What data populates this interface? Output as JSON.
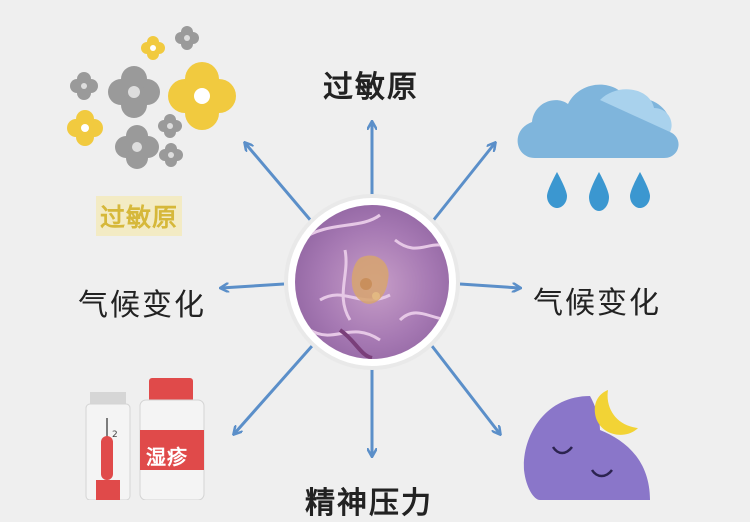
{
  "center": {
    "label": ""
  },
  "labels": {
    "top": "过敏原",
    "pollen": "过敏原",
    "left": "气候变化",
    "right": "气候变化",
    "bottom": "精神压力",
    "tube_text": "湿疹",
    "tube_mark": "2"
  },
  "colors": {
    "background": "#efefef",
    "arrow": "#5b8fc9",
    "flower_yellow": "#f1ca3f",
    "flower_gray": "#9a9a9a",
    "cloud": "#8cc3e4",
    "rain": "#3b97d0",
    "moon": "#8a76c9",
    "crescent": "#f2d335",
    "tube_red": "#e04a4a"
  },
  "icons": [
    "pollen-flowers-icon",
    "rain-cloud-icon",
    "ointment-tube-icon",
    "medicine-bottle-icon",
    "sleeping-moon-icon",
    "skin-cell-micrograph-icon"
  ]
}
